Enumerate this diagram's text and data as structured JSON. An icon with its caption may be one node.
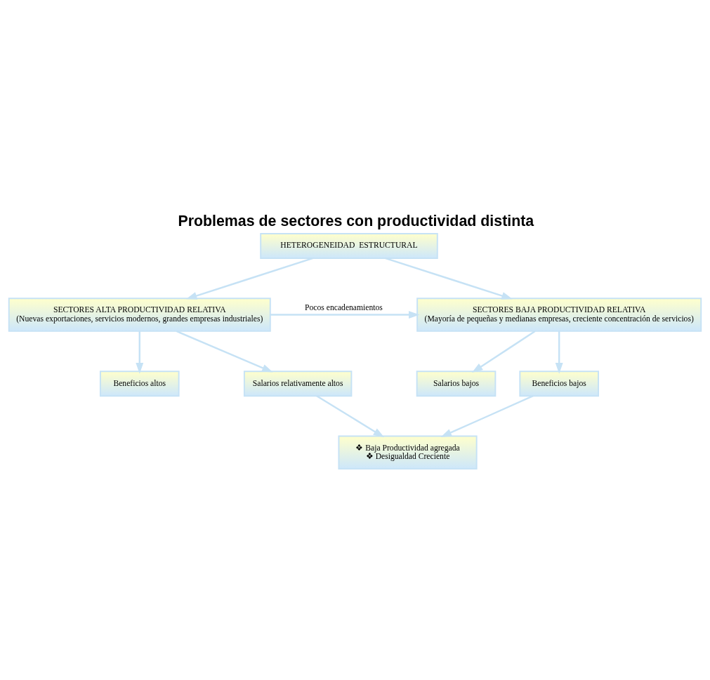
{
  "diagram": {
    "title": "Problemas de sectores con productividad distinta",
    "nodes": [
      {
        "text": [
          "HETEROGENEIDAD  ESTRUCTURAL"
        ]
      },
      {
        "text": [
          "SECTORES ALTA PRODUCTIVIDAD RELATIVA",
          "(Nuevas exportaciones, servicios modernos, grandes empresas industriales)"
        ]
      },
      {
        "text": [
          "SECTORES BAJA PRODUCTIVIDAD RELATIVA",
          "(Mayoría de pequeñas y medianas empresas, creciente concentración de servicios)"
        ]
      },
      {
        "text": [
          "Beneficios altos"
        ]
      },
      {
        "text": [
          "Salarios relativamente altos"
        ]
      },
      {
        "text": [
          "Salarios bajos"
        ]
      },
      {
        "text": [
          "Beneficios bajos"
        ]
      },
      {
        "text": [
          "❖ Baja Productividad agregada",
          "❖ Desigualdad Creciente"
        ]
      }
    ],
    "edges": [
      {
        "from": 0,
        "to": 1,
        "arrow": "to"
      },
      {
        "from": 0,
        "to": 2,
        "arrow": "to"
      },
      {
        "from": 1,
        "to": 2,
        "arrow": "to",
        "label": "Pocos encadenamientos"
      },
      {
        "from": 1,
        "to": 3,
        "arrow": "to"
      },
      {
        "from": 1,
        "to": 4,
        "arrow": "to"
      },
      {
        "from": 2,
        "to": 5,
        "arrow": "to"
      },
      {
        "from": 2,
        "to": 6,
        "arrow": "to"
      },
      {
        "from": 4,
        "to": 7,
        "arrow": "to"
      },
      {
        "from": 6,
        "to": 7,
        "arrow": "to"
      }
    ]
  }
}
